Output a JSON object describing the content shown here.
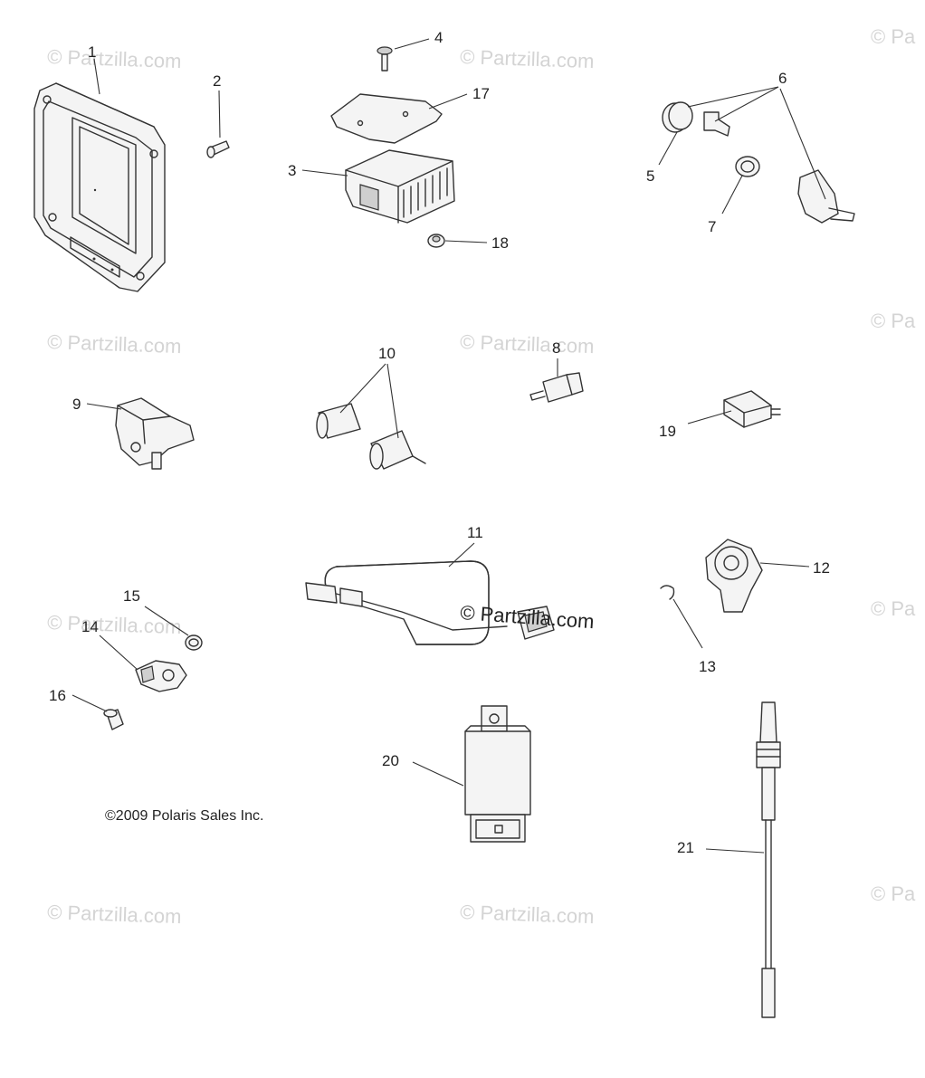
{
  "watermark": {
    "text": "© Partzilla.com",
    "edge_text": "© Pa",
    "main_text": "© Partzilla.com",
    "color": "#d4d4d4"
  },
  "copyright": "©2009 Polaris Sales Inc.",
  "callouts": {
    "c1": "1",
    "c2": "2",
    "c3": "3",
    "c4": "4",
    "c5": "5",
    "c6": "6",
    "c7": "7",
    "c8": "8",
    "c9": "9",
    "c10": "10",
    "c11": "11",
    "c12": "12",
    "c13": "13",
    "c14": "14",
    "c15": "15",
    "c16": "16",
    "c17": "17",
    "c18": "18",
    "c19": "19",
    "c20": "20",
    "c21": "21"
  }
}
